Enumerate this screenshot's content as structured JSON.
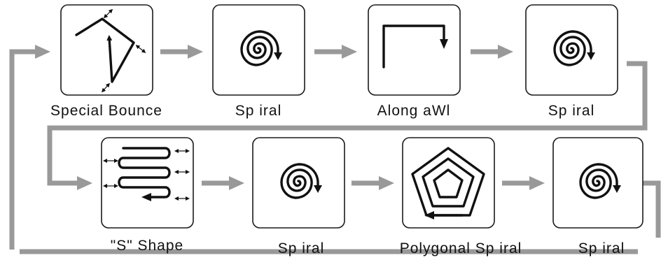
{
  "steps": [
    {
      "id": "special-bounce",
      "label": "Special Bounce",
      "icon": "special-bounce-icon"
    },
    {
      "id": "spiral-1",
      "label": "Sp iral",
      "icon": "spiral-icon"
    },
    {
      "id": "along-wall",
      "label": "Along aWl",
      "icon": "along-wall-icon"
    },
    {
      "id": "spiral-2",
      "label": "Sp iral",
      "icon": "spiral-icon"
    },
    {
      "id": "s-shape",
      "label": "\"S\" Shape",
      "icon": "s-shape-icon"
    },
    {
      "id": "spiral-3",
      "label": "Sp iral",
      "icon": "spiral-icon"
    },
    {
      "id": "polygonal-spiral",
      "label": "Polygonal Sp iral",
      "icon": "polygonal-spiral-icon"
    },
    {
      "id": "spiral-4",
      "label": "Sp iral",
      "icon": "spiral-icon"
    }
  ],
  "colors": {
    "flow_arrow": "#999999",
    "outline": "#1a1a1a",
    "background": "#ffffff"
  }
}
